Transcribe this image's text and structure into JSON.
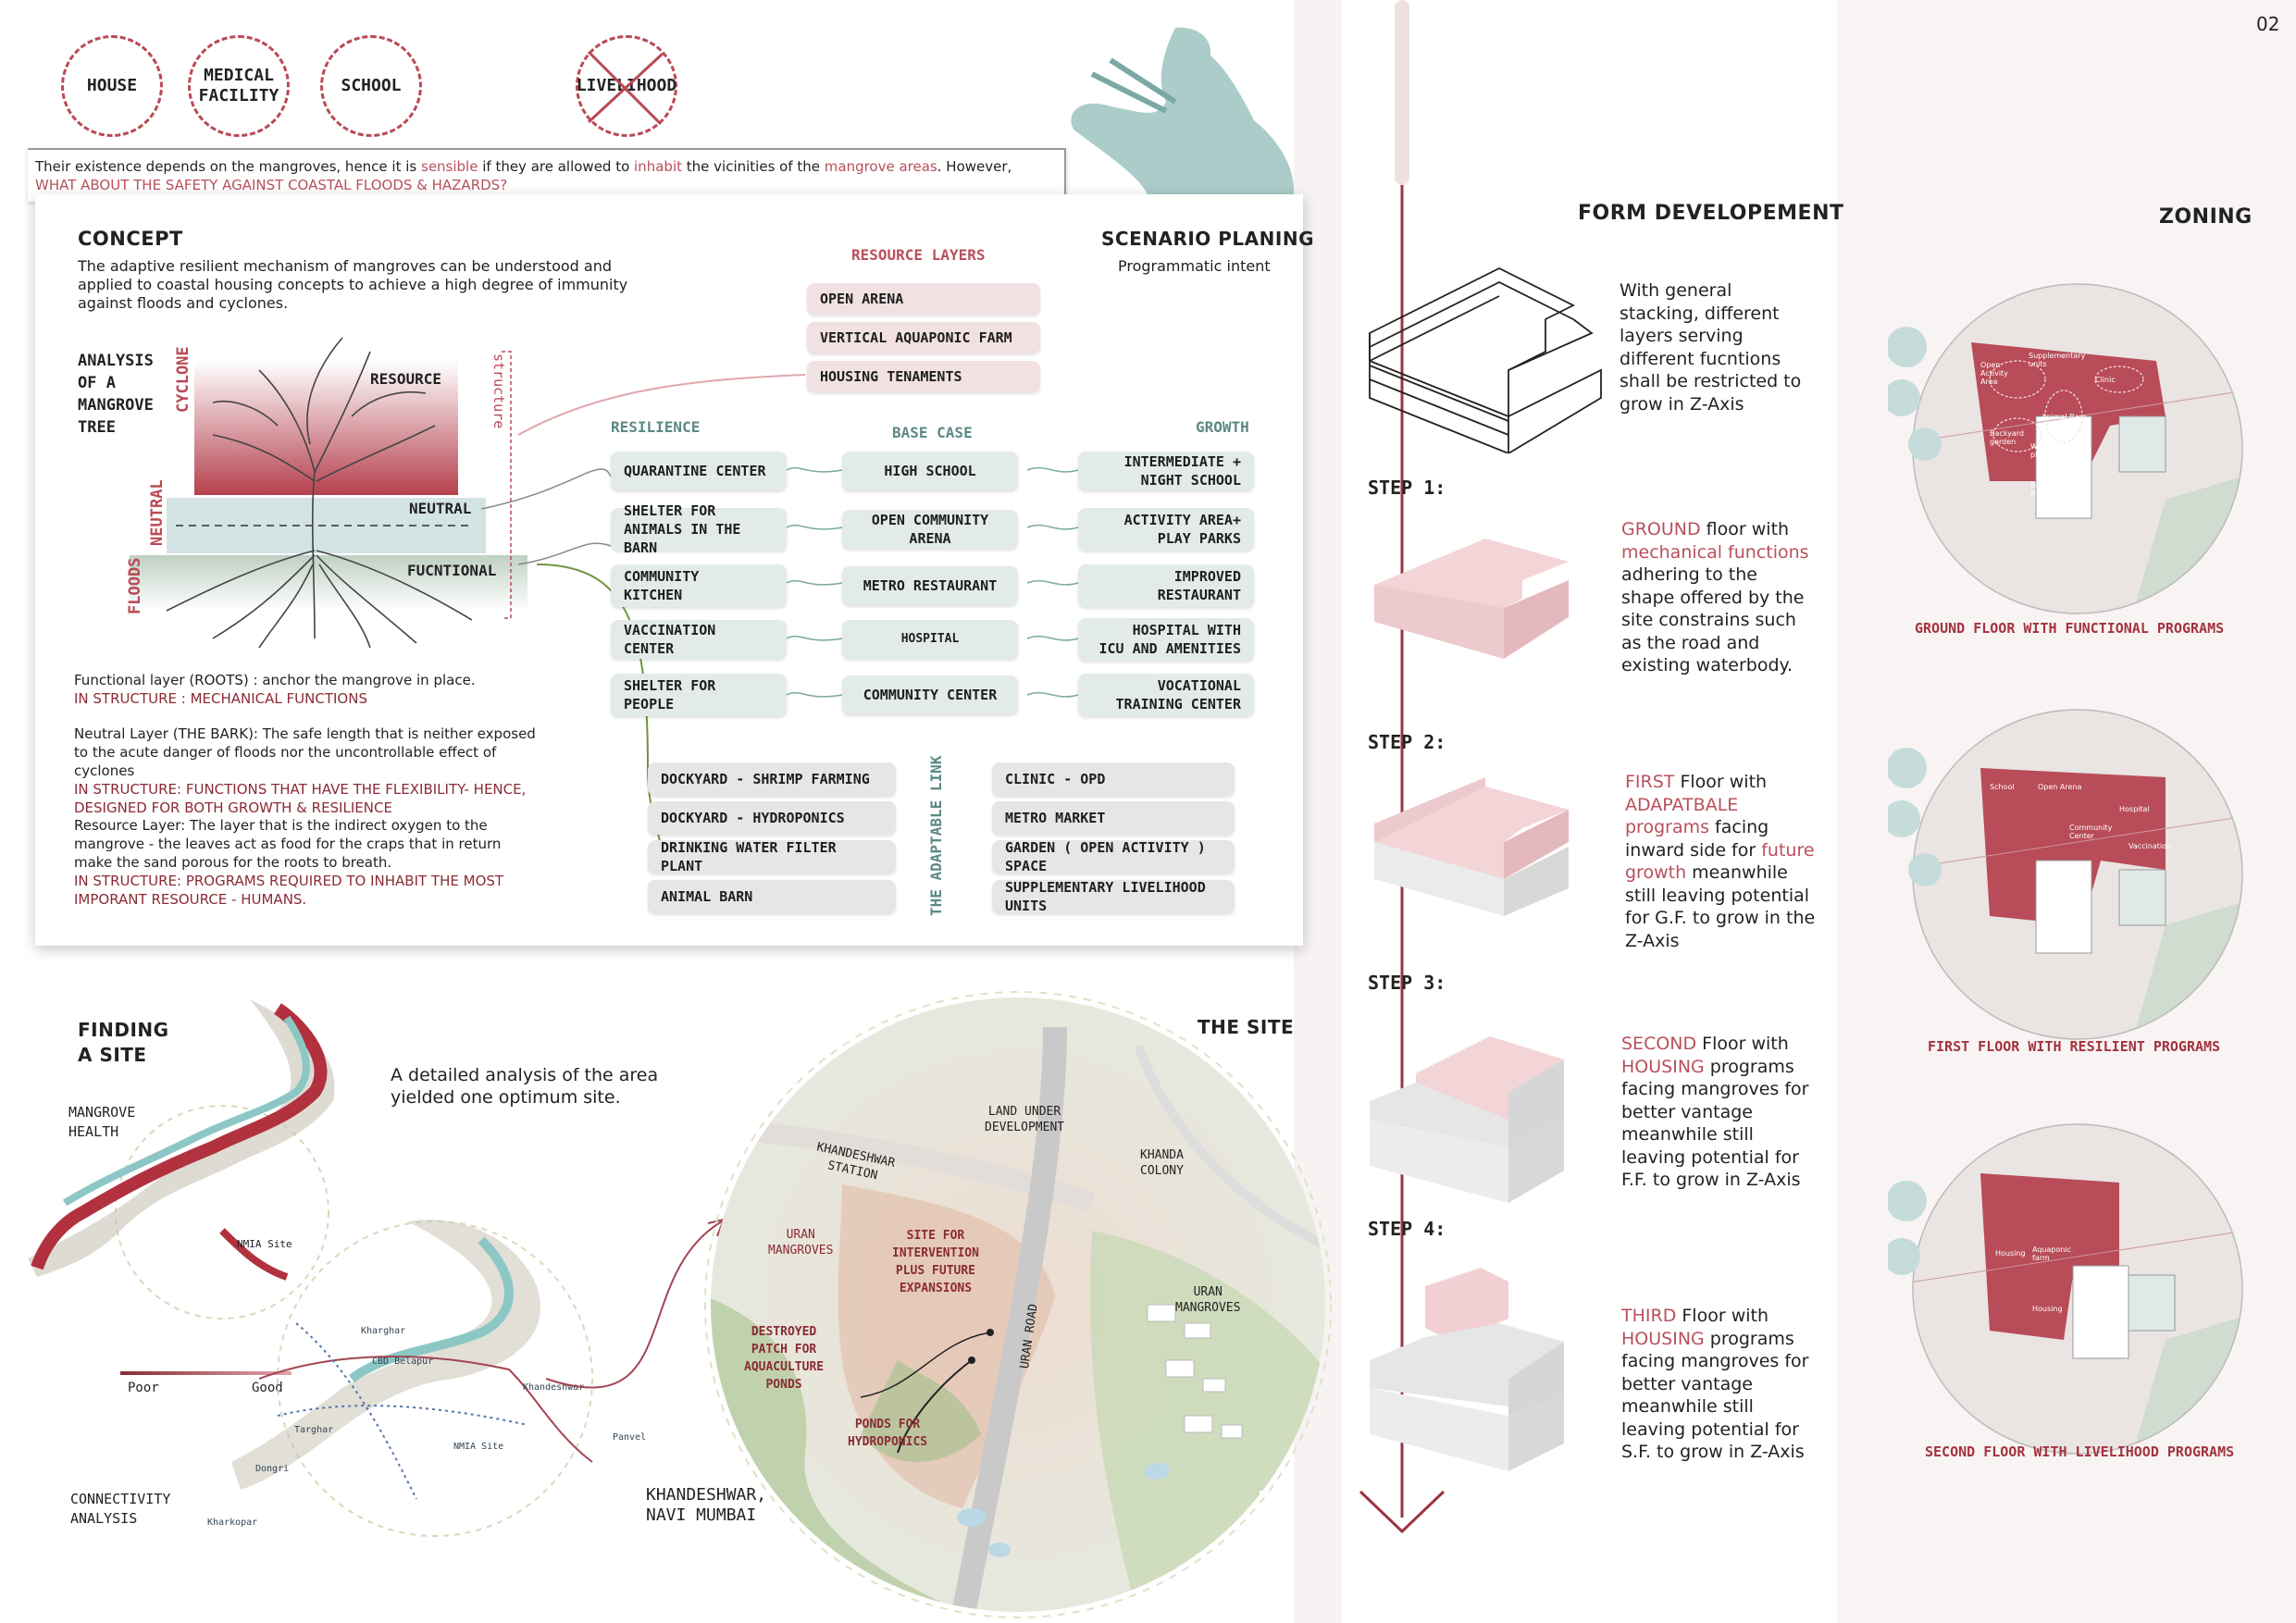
{
  "page_number": "02",
  "top_circles": [
    {
      "label": "HOUSE"
    },
    {
      "label": "MEDICAL\nFACILITY"
    },
    {
      "label": "SCHOOL"
    },
    {
      "label": "LIVELIHOOD"
    }
  ],
  "intro": {
    "part1": "Their existence depends on the mangroves, hence it is ",
    "sensible": "sensible",
    "part2": " if they are allowed to ",
    "inhabit": "inhabit",
    "part3": " the vicinities of the ",
    "mangrove_areas": "mangrove areas",
    "part4": ". However, ",
    "question": "WHAT ABOUT THE SAFETY AGAINST COASTAL FLOODS & HAZARDS?"
  },
  "concept": {
    "title": "CONCEPT",
    "body": "The adaptive resilient mechanism of mangroves can be understood and applied to coastal housing concepts to achieve a high degree of immunity against floods and cyclones.",
    "analysis_title": "ANALYSIS\nOF A\nMANGROVE\nTREE",
    "labels": {
      "resource": "RESOURCE",
      "neutral": "NEUTRAL",
      "functional": "FUCNTIONAL",
      "cyclone": "CYCLONE",
      "neutral_side": "NEUTRAL",
      "floods": "FLOODS",
      "structure": "structure"
    },
    "notes": [
      {
        "black": "Functional layer (ROOTS) : anchor the mangrove in place.",
        "red": "IN STRUCTURE : MECHANICAL FUNCTIONS"
      },
      {
        "black": "Neutral Layer (THE BARK): The safe length that is neither exposed to the acute danger of floods nor the uncontrollable effect of cyclones",
        "red": "IN STRUCTURE: FUNCTIONS THAT HAVE THE FLEXIBILITY- HENCE, DESIGNED FOR BOTH GROWTH & RESILIENCE"
      },
      {
        "black": "Resource Layer: The layer that is the indirect oxygen to the mangrove - the leaves act as food for the craps that in return make the sand porous for the roots to breath.",
        "red": "IN STRUCTURE: PROGRAMS REQUIRED TO INHABIT THE MOST IMPORANT RESOURCE - HUMANS."
      }
    ]
  },
  "scenario": {
    "title": "SCENARIO PLANING",
    "subtitle": "Programmatic intent",
    "resource_layers_title": "RESOURCE LAYERS",
    "resource_layers": [
      "OPEN ARENA",
      "VERTICAL AQUAPONIC FARM",
      "HOUSING TENAMENTS"
    ],
    "col_resilience": "RESILIENCE",
    "col_base": "BASE CASE",
    "col_growth": "GROWTH",
    "rows": [
      {
        "resilience": "QUARANTINE CENTER",
        "base": "HIGH SCHOOL",
        "growth": "INTERMEDIATE +\nNIGHT SCHOOL"
      },
      {
        "resilience": "SHELTER FOR\nANIMALS IN THE BARN",
        "base": "OPEN COMMUNITY ARENA",
        "growth": "ACTIVITY AREA+\nPLAY PARKS"
      },
      {
        "resilience": "COMMUNITY\nKITCHEN",
        "base": "METRO RESTAURANT",
        "growth": "IMPROVED\nRESTAURANT"
      },
      {
        "resilience": "VACCINATION CENTER",
        "base": "HOSPITAL",
        "growth": "HOSPITAL WITH\nICU AND AMENITIES"
      },
      {
        "resilience": "SHELTER FOR\nPEOPLE",
        "base": "COMMUNITY CENTER",
        "growth": "VOCATIONAL\nTRAINING CENTER"
      }
    ],
    "adaptable_link_title": "THE ADAPTABLE LINK",
    "link_left": [
      "DOCKYARD - SHRIMP FARMING",
      "DOCKYARD - HYDROPONICS",
      "DRINKING WATER FILTER PLANT",
      "ANIMAL BARN"
    ],
    "link_right": [
      "CLINIC - OPD",
      "METRO MARKET",
      "GARDEN ( OPEN ACTIVITY ) SPACE",
      "SUPPLEMENTARY LIVELIHOOD UNITS"
    ]
  },
  "finding_site": {
    "title": "FINDING\nA SITE",
    "text": "A detailed analysis of the area yielded one optimum site.",
    "mangrove_health": "MANGROVE\nHEALTH",
    "legend_poor": "Poor",
    "legend_good": "Good",
    "connectivity": "CONNECTIVITY\nANALYSIS",
    "map_labels": [
      "NMIA Site",
      "Kharghar",
      "CBD Belapur",
      "Khandeshwar",
      "Panvel",
      "Targhar",
      "Dongri",
      "NMIA Site",
      "Kharkopar"
    ]
  },
  "the_site": {
    "title": "THE SITE",
    "location": "KHANDESHWAR,\nNAVI MUMBAI",
    "labels": {
      "land_under_dev": "LAND UNDER\nDEVELOPMENT",
      "khanda_colony": "KHANDA\nCOLONY",
      "station": "KHANDESHWAR\nSTATION",
      "uran_mangroves_left": "URAN\nMANGROVES",
      "site_for_intervention": "SITE FOR\nINTERVENTION\nPLUS FUTURE\nEXPANSIONS",
      "destroyed_patch": "DESTROYED\nPATCH FOR\nAQUACULTURE\nPONDS",
      "ponds_hydro": "PONDS FOR\nHYDROPONICS",
      "uran_road": "URAN ROAD",
      "uran_mangroves_right": "URAN\nMANGROVES"
    }
  },
  "form": {
    "title": "FORM DEVELOPEMENT",
    "intro": "With general stacking, different layers serving different fucntions shall be restricted to grow in Z-Axis",
    "steps": [
      {
        "label": "STEP 1:",
        "hl": "GROUND",
        "t1": " floor with ",
        "hl2": "mechanical functions",
        "t2": " adhering to the shape offered by the site constrains such as the road and existing waterbody."
      },
      {
        "label": "STEP 2:",
        "hl": "FIRST",
        "t1": " Floor with ",
        "hl2": "ADAPATBALE programs",
        "t2": " facing inward side for ",
        "hl3": "future growth",
        "t3": " meanwhile still leaving potential for G.F. to grow in the Z-Axis"
      },
      {
        "label": "STEP 3:",
        "hl": "SECOND",
        "t1": " Floor with ",
        "hl2": "HOUSING",
        "t2": " programs facing mangroves for better vantage meanwhile still leaving potential for F.F. to grow in Z-Axis"
      },
      {
        "label": "STEP 4:",
        "hl": "THIRD",
        "t1": " Floor with ",
        "hl2": "HOUSING",
        "t2": " programs facing mangroves for better vantage meanwhile still leaving potential for S.F. to grow in Z-Axis"
      }
    ]
  },
  "zoning": {
    "title": "ZONING",
    "captions": [
      "GROUND FLOOR WITH FUNCTIONAL PROGRAMS",
      "FIRST FLOOR WITH RESILIENT PROGRAMS",
      "SECOND FLOOR WITH LIVELIHOOD PROGRAMS"
    ],
    "ground_labels": [
      "Open Activity Area",
      "Supplementary units",
      "Clinic",
      "Animal Barn",
      "Backyard garden",
      "Water filter plant",
      "Backyard Hydro"
    ],
    "first_labels": [
      "School",
      "Open Arena",
      "Community Center",
      "Hospital",
      "Vaccination"
    ],
    "second_labels": [
      "Housing",
      "Aquaponic farm",
      "Housing"
    ]
  },
  "colors": {
    "accent": "#8a2b35",
    "pink": "#e9b6bc",
    "teal": "#c9dcdb"
  }
}
